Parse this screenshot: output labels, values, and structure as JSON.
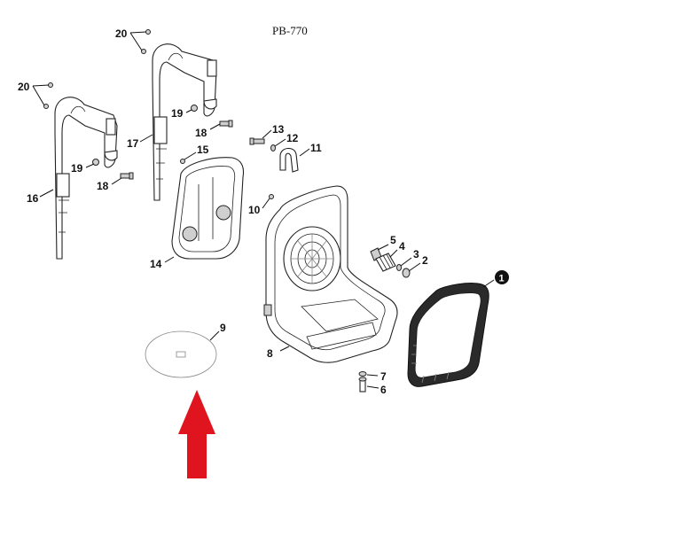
{
  "title": "PB-770",
  "callouts": {
    "c1": "1",
    "c2": "2",
    "c3": "3",
    "c4": "4",
    "c5": "5",
    "c6": "6",
    "c7": "7",
    "c8": "8",
    "c9": "9",
    "c10": "10",
    "c11": "11",
    "c12": "12",
    "c13": "13",
    "c14": "14",
    "c15": "15",
    "c16": "16",
    "c17": "17",
    "c18a": "18",
    "c18b": "18",
    "c19a": "19",
    "c19b": "19",
    "c20a": "20",
    "c20b": "20"
  },
  "colors": {
    "arrow": "#e0141f",
    "line": "#222222",
    "badge": "#111111"
  }
}
